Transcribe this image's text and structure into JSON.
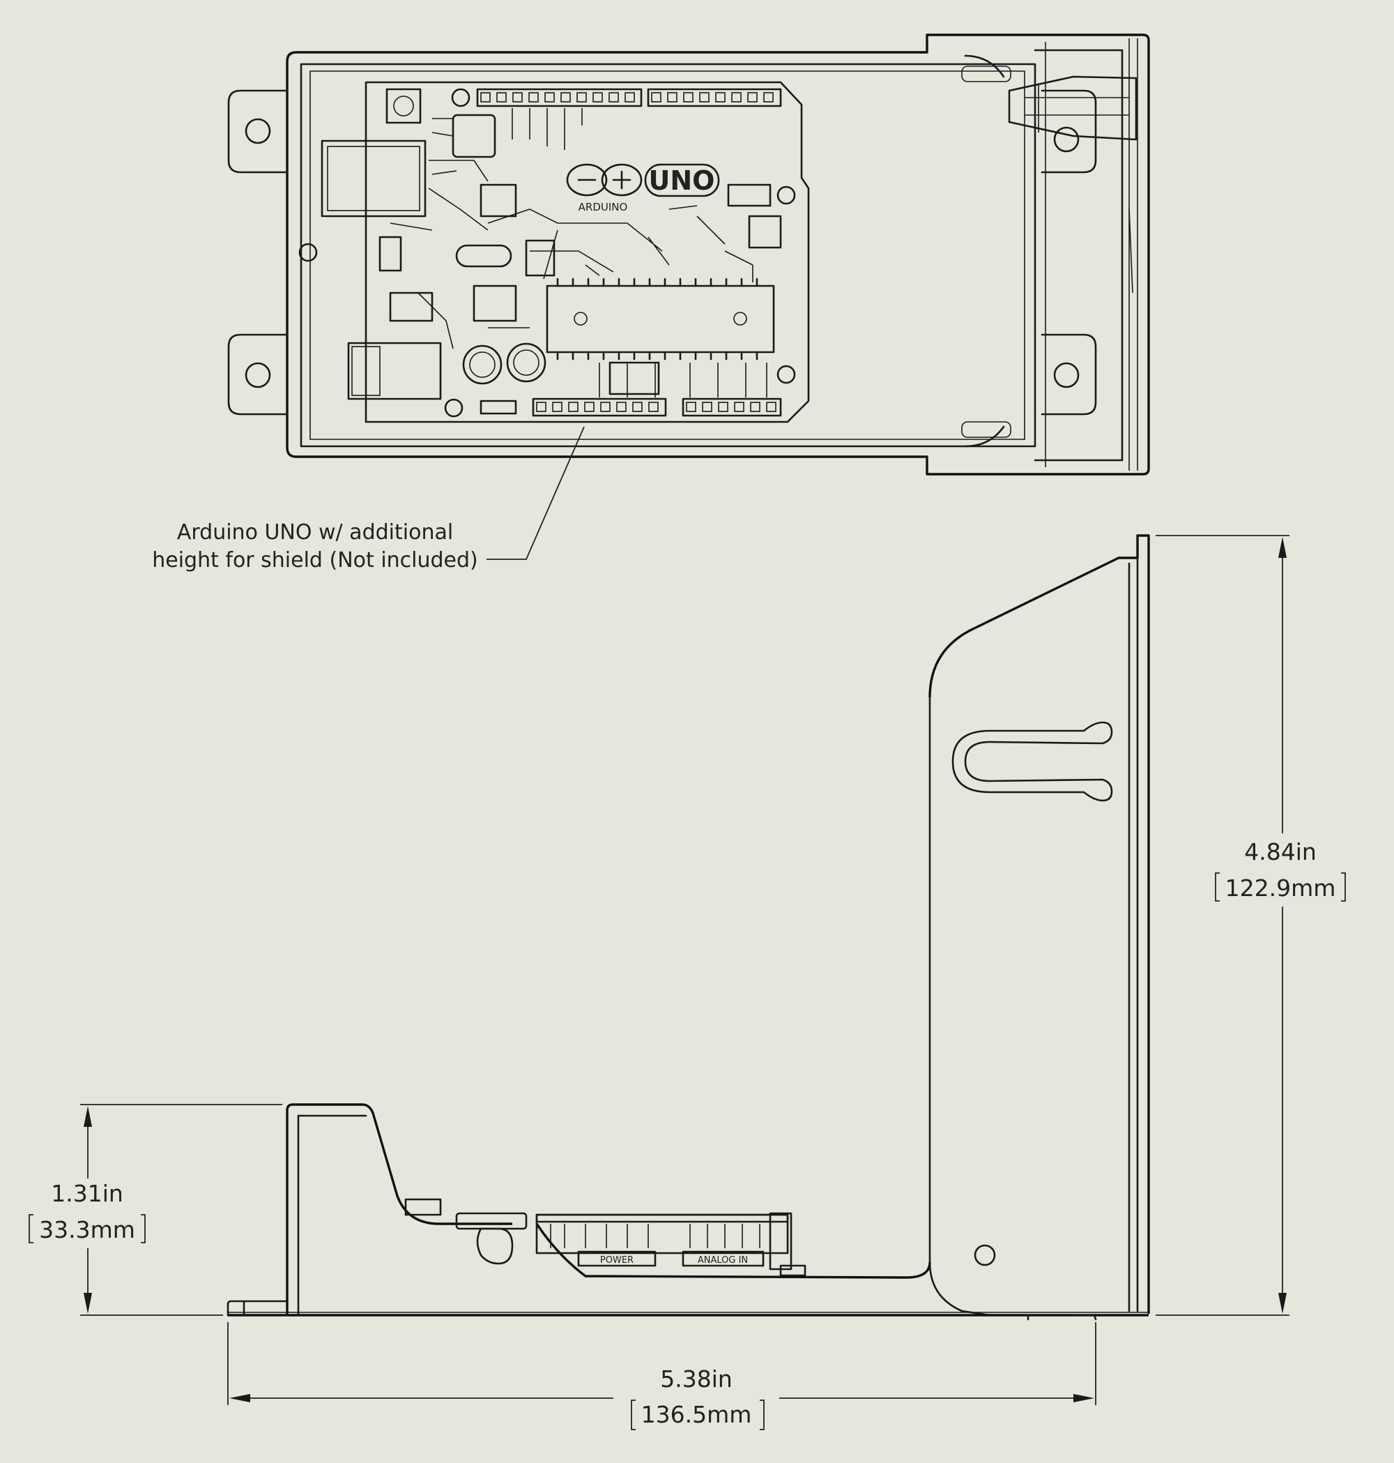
{
  "callout": {
    "line1": "Arduino UNO w/ additional",
    "line2": "height for shield (Not included)"
  },
  "board": {
    "logo_text": "UNO",
    "brand_text": "ARDUINO",
    "power_header": "POWER",
    "analog_header": "ANALOG IN"
  },
  "dimensions": {
    "height_in": "4.84in",
    "height_mm": "122.9mm",
    "base_in": "1.31in",
    "base_mm": "33.3mm",
    "width_in": "5.38in",
    "width_mm": "136.5mm"
  },
  "colors": {
    "background": "#e6e6dc",
    "line": "#1a1a1a"
  }
}
